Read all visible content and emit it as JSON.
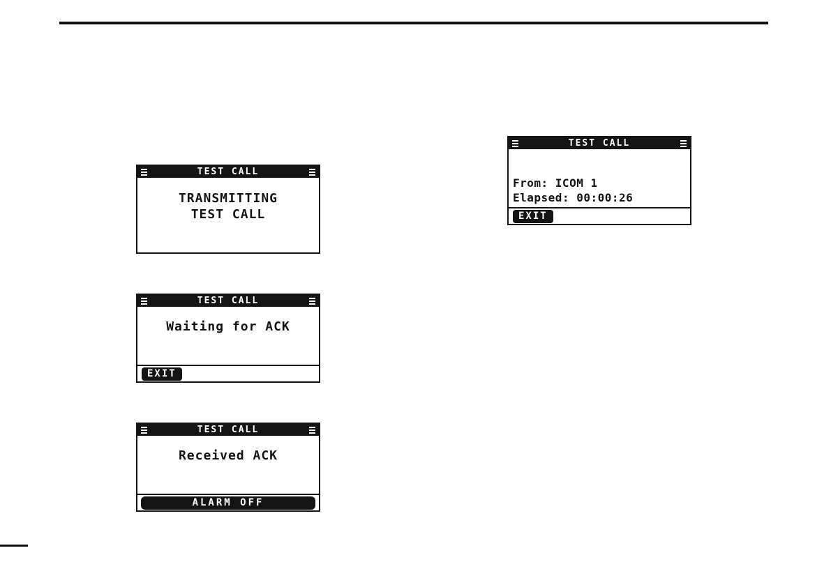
{
  "colors": {
    "ink": "#141414",
    "paper": "#ffffff"
  },
  "icons": {
    "header_left": "hamburger-menu",
    "header_right": "hamburger-menu"
  },
  "screens": [
    {
      "name": "transmitting-test-call",
      "title": "TEST CALL",
      "lines": [
        "TRANSMITTING",
        "TEST CALL"
      ]
    },
    {
      "name": "waiting-for-ack",
      "title": "TEST CALL",
      "lines": [
        "Waiting for ACK"
      ],
      "button": "EXIT"
    },
    {
      "name": "received-ack",
      "title": "TEST CALL",
      "lines": [
        "Received ACK"
      ],
      "button": "ALARM OFF"
    },
    {
      "name": "test-call-elapsed",
      "title": "TEST CALL",
      "lines": [
        "From: ICOM 1",
        "Elapsed: 00:00:26"
      ],
      "button": "EXIT"
    }
  ]
}
